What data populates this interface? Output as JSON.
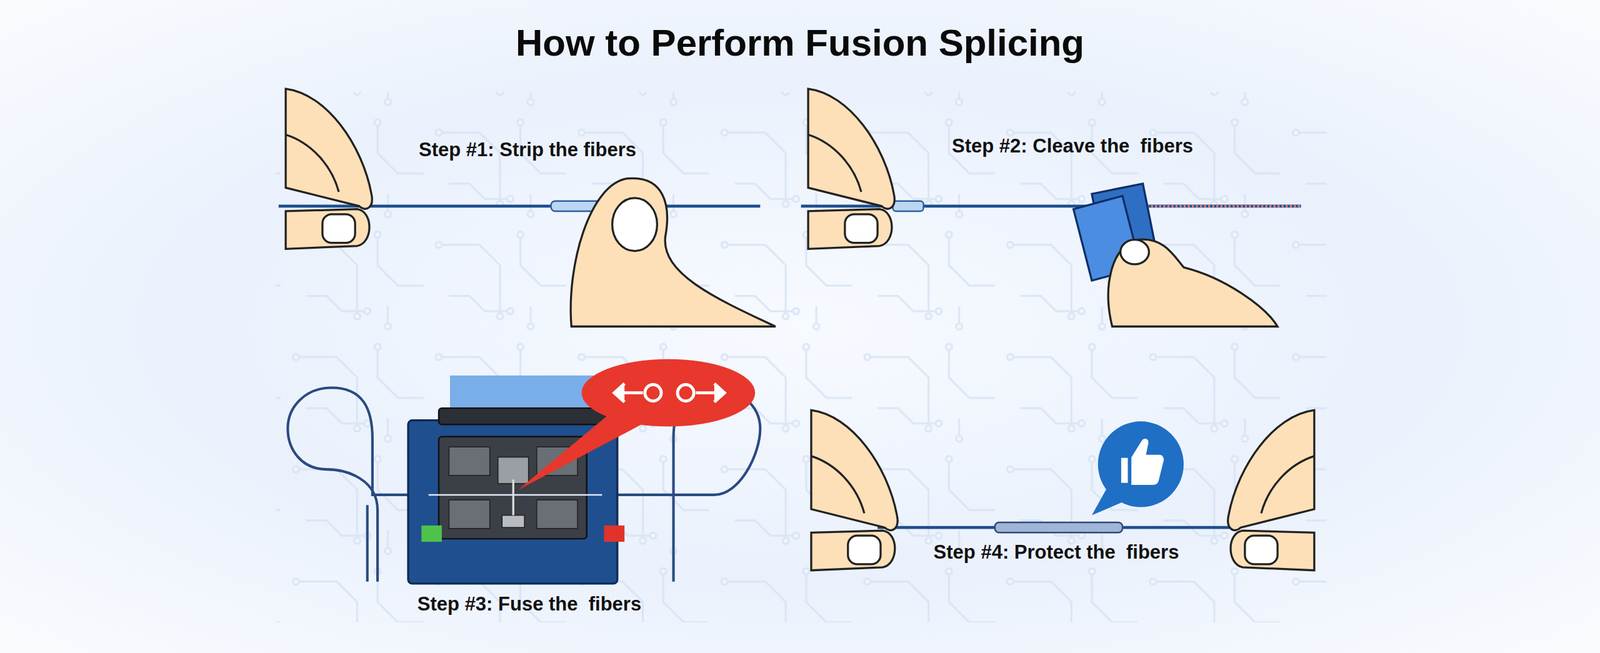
{
  "diagram": {
    "title": "How to Perform Fusion Splicing",
    "labels": [
      "Step #1: Strip the fibers",
      "Step #2: Cleave the  fibers",
      "Step #3: Fuse the  fibers",
      "Step #4: Protect the  fibers"
    ]
  }
}
